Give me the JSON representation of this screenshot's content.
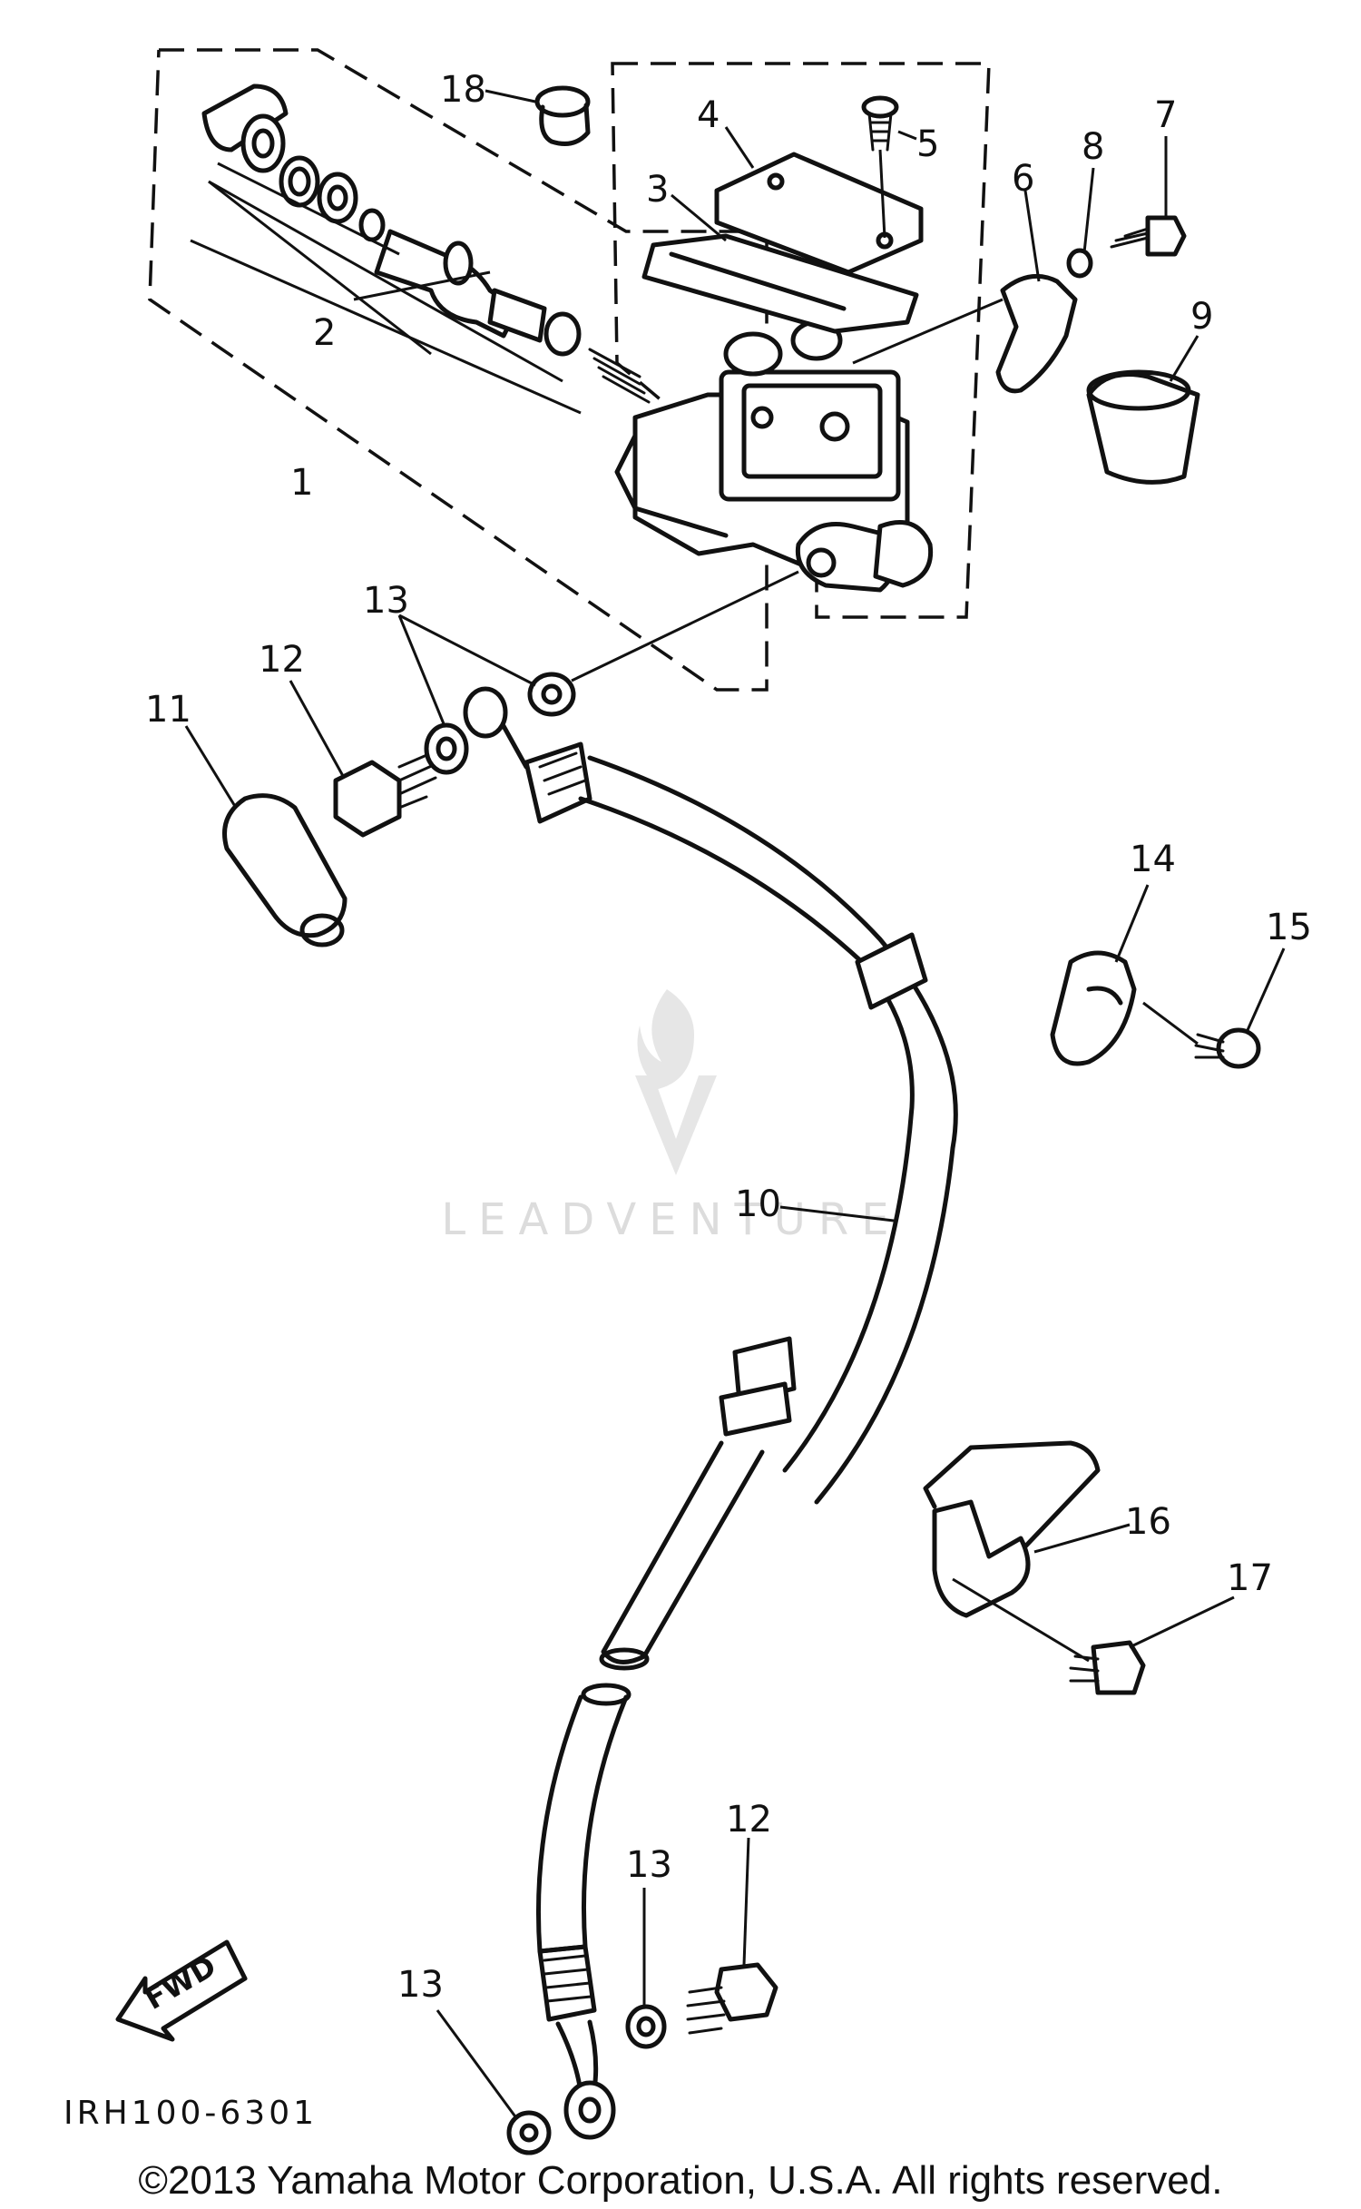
{
  "callouts": [
    "1",
    "2",
    "3",
    "4",
    "5",
    "6",
    "7",
    "8",
    "9",
    "10",
    "11",
    "12",
    "13",
    "14",
    "15",
    "16",
    "17",
    "18"
  ],
  "diagram_code": "IRH100-6301",
  "fwd_label": "FWD",
  "watermark": "LEADVENTURE",
  "copyright": "©2013 Yamaha Motor Corporation, U.S.A. All rights reserved."
}
